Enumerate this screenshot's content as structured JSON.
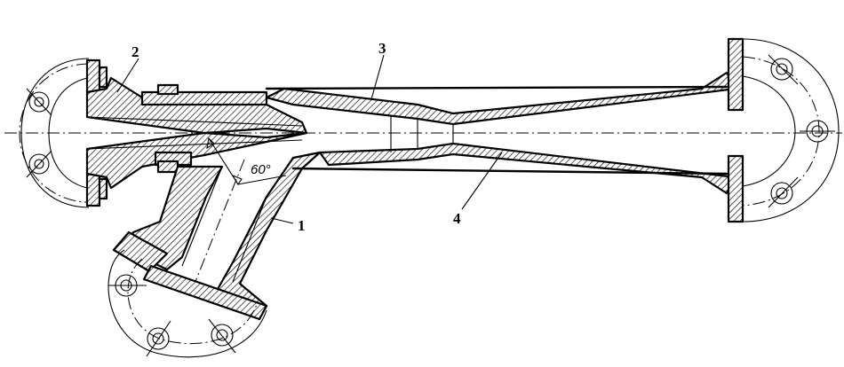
{
  "labels": {
    "part1": "1",
    "part2": "2",
    "part3": "3",
    "part4": "4",
    "angle": "60°"
  }
}
